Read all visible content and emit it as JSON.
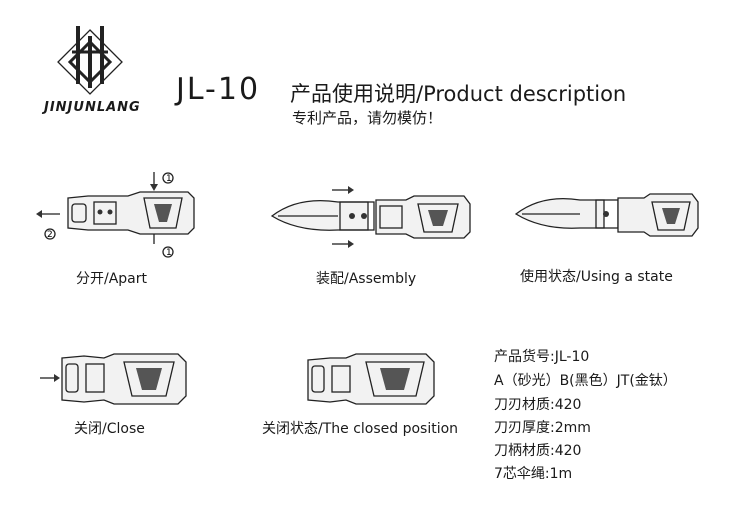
{
  "brand": {
    "name": "JINJUNLANG"
  },
  "header": {
    "model": "JL-10",
    "title": "产品使用说明/Product description",
    "subtitle": "专利产品，请勿模仿！"
  },
  "steps": {
    "apart": {
      "caption": "分开/Apart",
      "mark1": "①",
      "mark2": "②"
    },
    "assembly": {
      "caption": "装配/Assembly"
    },
    "using": {
      "caption": "使用状态/Using a state"
    },
    "close": {
      "caption": "关闭/Close"
    },
    "closed_position": {
      "caption": "关闭状态/The closed position"
    }
  },
  "specs": [
    "产品货号:JL-10",
    "A（砂光）B(黑色）JT(金钛）",
    "刀刃材质:420",
    "刀刃厚度:2mm",
    "刀柄材质:420",
    "7芯伞绳:1m"
  ]
}
